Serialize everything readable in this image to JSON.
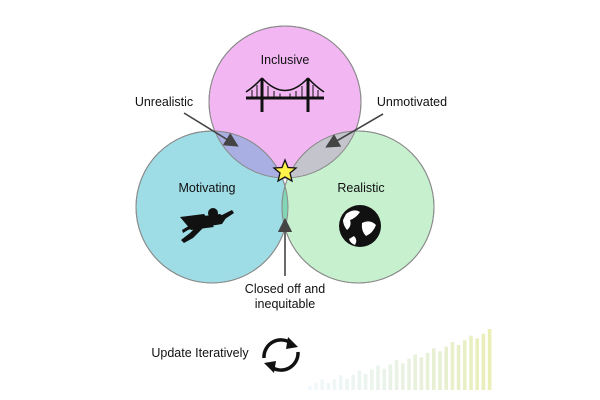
{
  "circles": {
    "top": {
      "label": "Inclusive",
      "icon": "bridge-icon",
      "color": "#f2b6f2"
    },
    "left": {
      "label": "Motivating",
      "icon": "superhero-icon",
      "color": "#9fdde6"
    },
    "right": {
      "label": "Realistic",
      "icon": "globe-icon",
      "color": "#c7f0cf"
    }
  },
  "overlaps": {
    "top_left": {
      "label": "Unrealistic",
      "color": "#a9aee3"
    },
    "top_right": {
      "label": "Unmotivated",
      "color": "#c4c4cc"
    },
    "left_right": {
      "label": "Closed off and",
      "label_line2": "inequitable",
      "color": "#82d6b5"
    },
    "center": {
      "icon": "star-icon",
      "color": "#fff24a"
    }
  },
  "footer": {
    "label": "Update Iteratively",
    "icon": "refresh-cycle-icon"
  },
  "decoration": {
    "icon": "gradient-bar-chart-icon"
  }
}
